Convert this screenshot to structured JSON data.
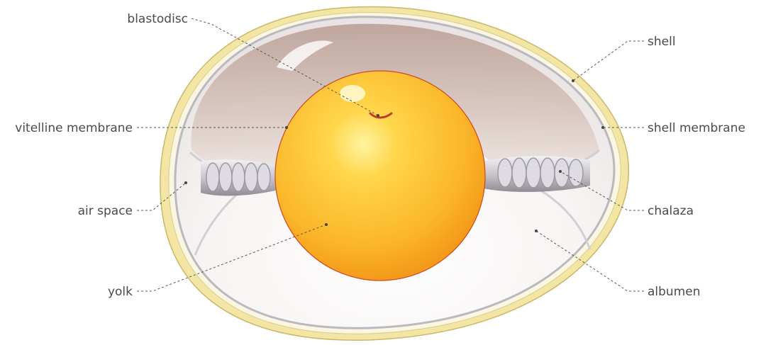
{
  "labels": {
    "blastodisc": "blastodisc",
    "vitelline_membrane": "vitelline membrane",
    "air_space": "air space",
    "yolk": "yolk",
    "shell": "shell",
    "shell_membrane": "shell membrane",
    "chalaza": "chalaza",
    "albumen": "albumen"
  },
  "colors": {
    "shell": "#f3e6a4",
    "shell_outline": "#c9b86a",
    "membrane": "#b9b9bf",
    "albumen_light": "#f7f4f3",
    "air_space_tint": "#cdb3a8",
    "yolk_center": "#ffd64a",
    "yolk_edge": "#f39a1a",
    "blastodisc": "#c0392b",
    "chalaza": "#c9c6cc",
    "label_text": "#4a4a4a"
  }
}
